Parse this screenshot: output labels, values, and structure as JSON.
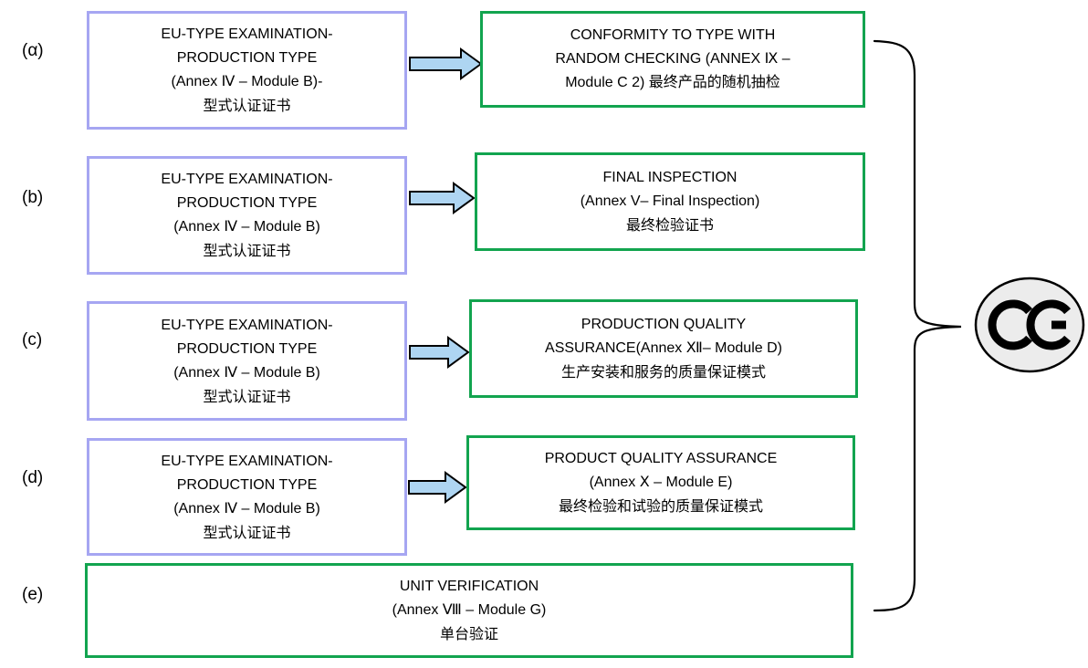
{
  "rows": [
    {
      "label": "(α)",
      "left": {
        "lines": [
          "EU-TYPE EXAMINATION-",
          "PRODUCTION TYPE",
          "(Annex Ⅳ – Module B)-",
          "型式认证证书"
        ]
      },
      "right": {
        "lines": [
          "CONFORMITY TO TYPE WITH",
          "RANDOM CHECKING (ANNEX Ⅸ –",
          "Module C 2) 最终产品的随机抽检"
        ]
      }
    },
    {
      "label": "(b)",
      "left": {
        "lines": [
          "EU-TYPE EXAMINATION-",
          "PRODUCTION TYPE",
          "(Annex Ⅳ – Module B)",
          "型式认证证书"
        ]
      },
      "right": {
        "lines": [
          "FINAL INSPECTION",
          "(Annex V– Final Inspection)",
          "最终检验证书"
        ]
      }
    },
    {
      "label": "(c)",
      "left": {
        "lines": [
          "EU-TYPE EXAMINATION-",
          "PRODUCTION TYPE",
          "(Annex Ⅳ – Module B)",
          "型式认证证书"
        ]
      },
      "right": {
        "lines": [
          "PRODUCTION QUALITY",
          "ASSURANCE(Annex Ⅻ– Module D)",
          "生产安装和服务的质量保证模式"
        ]
      }
    },
    {
      "label": "(d)",
      "left": {
        "lines": [
          "EU-TYPE EXAMINATION-",
          "PRODUCTION TYPE",
          "(Annex Ⅳ – Module B)",
          "型式认证证书"
        ]
      },
      "right": {
        "lines": [
          "PRODUCT QUALITY ASSURANCE",
          "(Annex Ⅹ – Module E)",
          "最终检验和试验的质量保证模式"
        ]
      }
    },
    {
      "label": "(e)",
      "full": {
        "lines": [
          "UNIT VERIFICATION",
          "(Annex Ⅷ – Module G)",
          "单台验证"
        ]
      }
    }
  ],
  "ce_mark": {
    "text": "CE"
  },
  "colors": {
    "left_box_border": "#a6a6f2",
    "right_box_border": "#12a44f",
    "arrow_fill": "#aed5f2",
    "line": "#000000",
    "ce_fill": "#ececec"
  }
}
